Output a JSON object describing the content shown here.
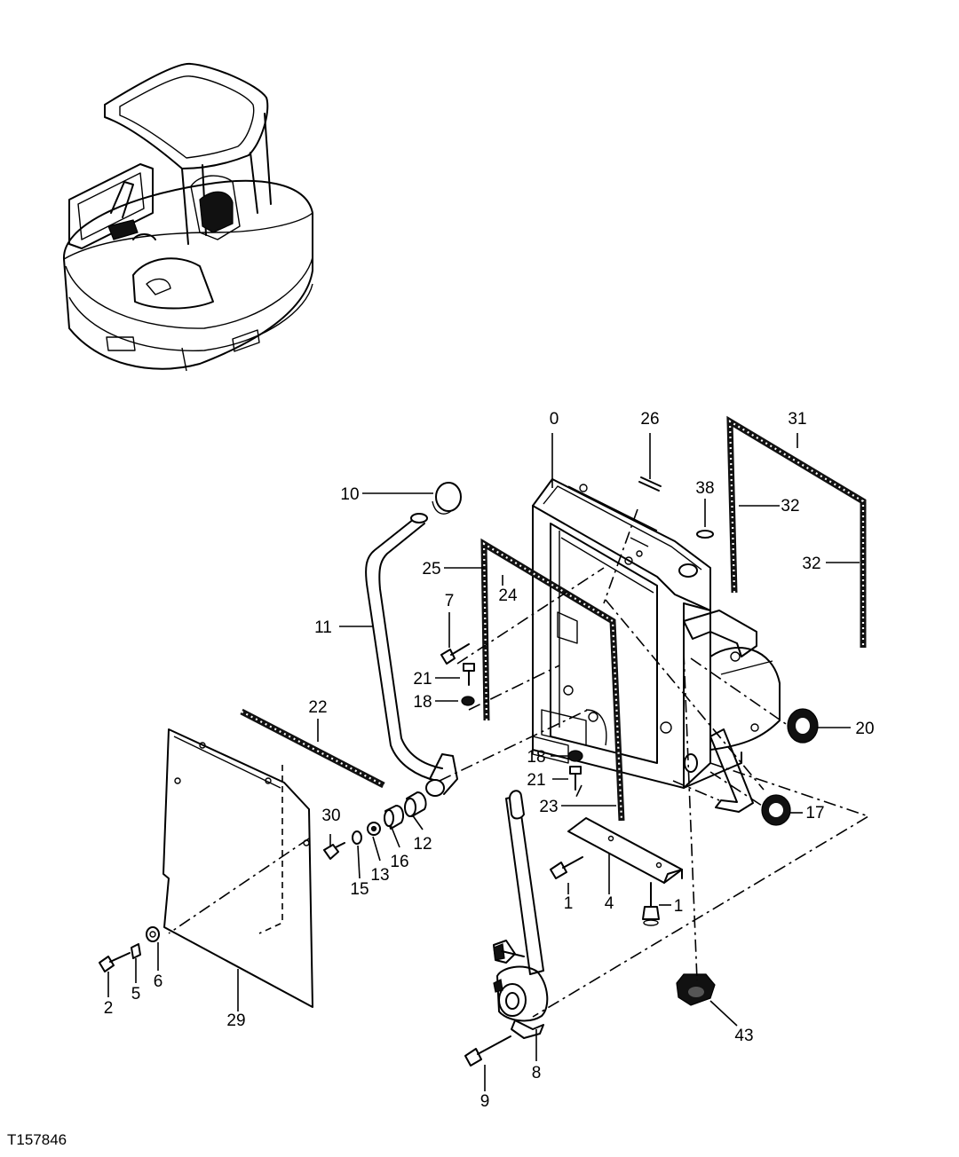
{
  "figure_ref": "T157846",
  "callouts": {
    "c0": "0",
    "c1a": "1",
    "c1b": "1",
    "c2": "2",
    "c4": "4",
    "c5": "5",
    "c6": "6",
    "c7": "7",
    "c8": "8",
    "c9": "9",
    "c10": "10",
    "c11": "11",
    "c12": "12",
    "c13": "13",
    "c15": "15",
    "c16": "16",
    "c17": "17",
    "c18a": "18",
    "c18b": "18",
    "c20": "20",
    "c21a": "21",
    "c21b": "21",
    "c22": "22",
    "c23": "23",
    "c24": "24",
    "c25": "25",
    "c26": "26",
    "c29": "29",
    "c30": "30",
    "c31": "31",
    "c32a": "32",
    "c32b": "32",
    "c38": "38",
    "c43": "43"
  }
}
